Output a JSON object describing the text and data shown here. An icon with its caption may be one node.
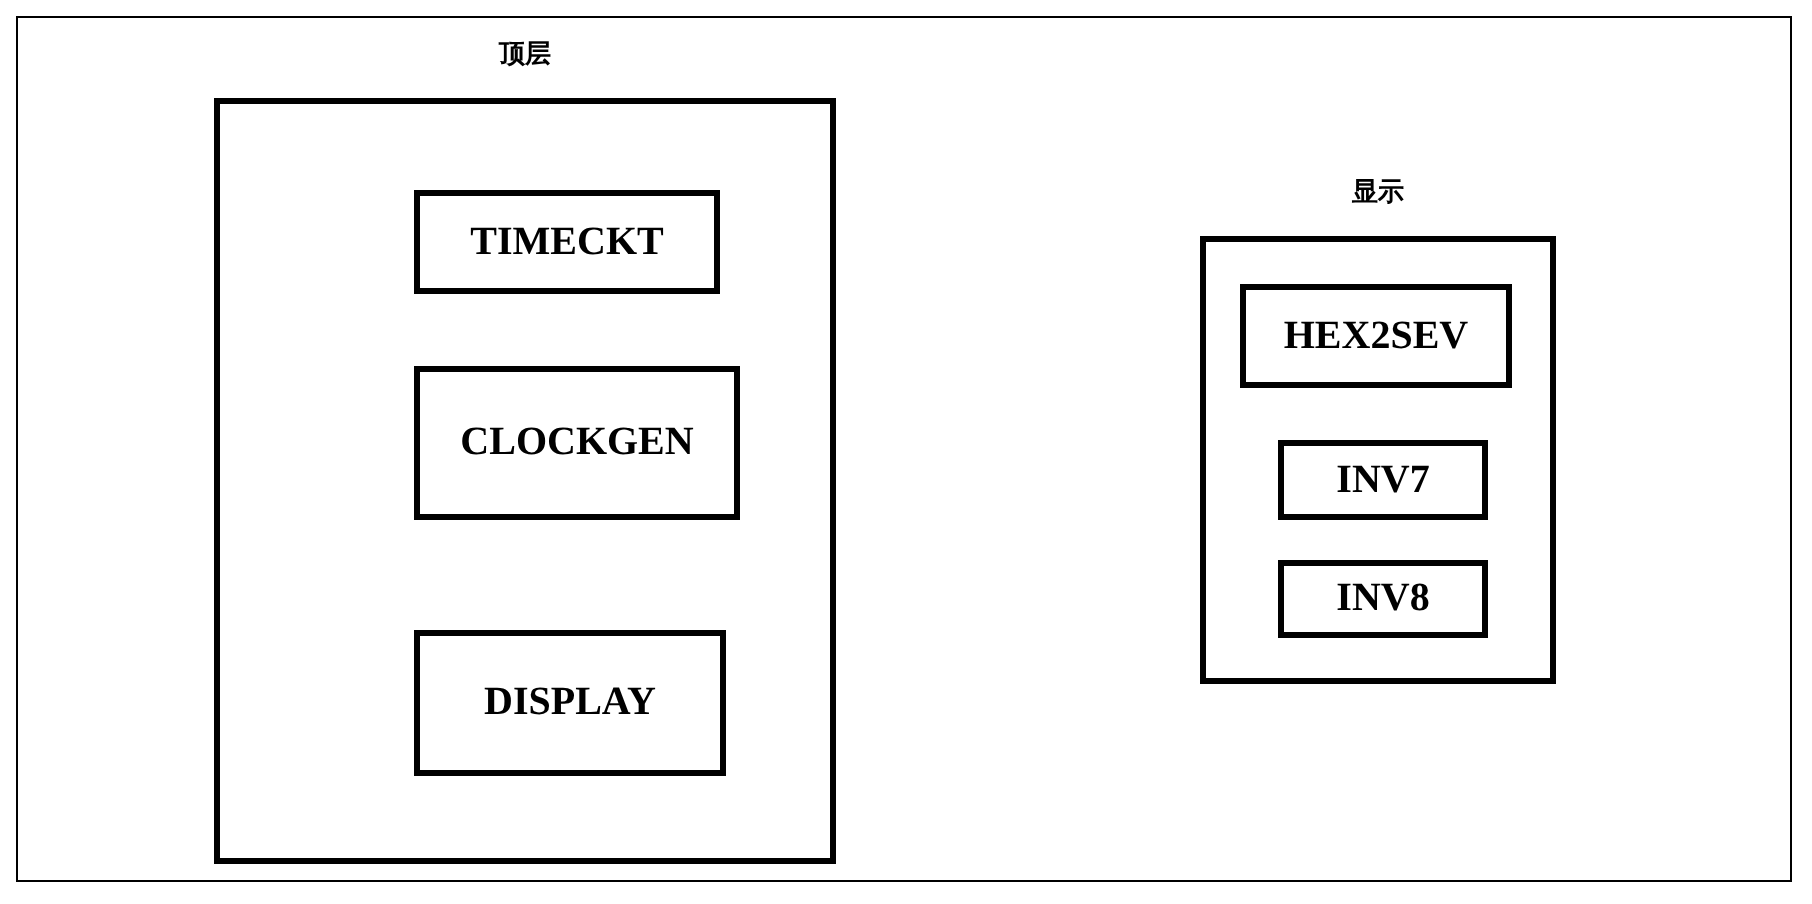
{
  "diagram": {
    "nodes": [
      {
        "text": [
          "顶层"
        ]
      },
      {
        "text": [
          "TIMECKT"
        ],
        "in": 0
      },
      {
        "text": [
          "CLOCKGEN"
        ],
        "in": 0
      },
      {
        "text": [
          "DISPLAY"
        ],
        "in": 0
      },
      {
        "text": [
          "显示"
        ]
      },
      {
        "text": [
          "HEX2SEV"
        ],
        "in": 4
      },
      {
        "text": [
          "INV7"
        ],
        "in": 4
      },
      {
        "text": [
          "INV8"
        ],
        "in": 4
      }
    ]
  }
}
